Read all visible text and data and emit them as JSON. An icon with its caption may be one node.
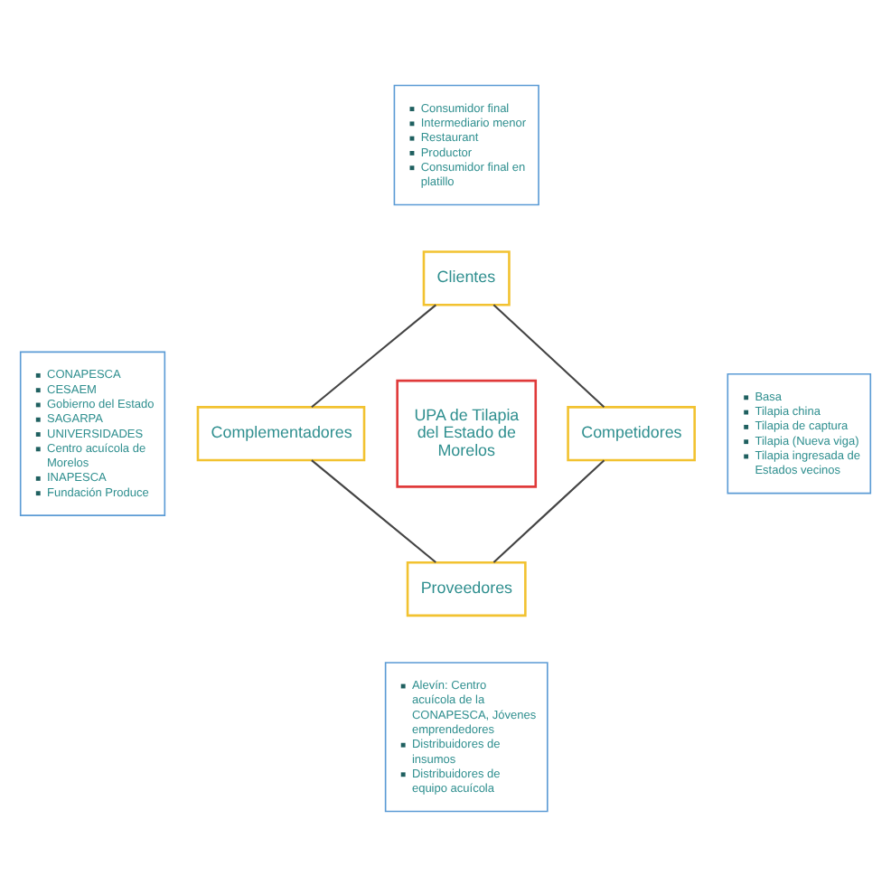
{
  "diagram": {
    "nodes": [
      {
        "text": [
          "Consumidor final",
          "Intermediario menor",
          "Restaurant",
          "Productor",
          "Consumidor final en platillo"
        ]
      },
      {
        "text": [
          "Clientes"
        ]
      },
      {
        "text": [
          "CONAPESCA",
          "CESAEM",
          "Gobierno del Estado",
          "SAGARPA",
          "UNIVERSIDADES",
          "Centro acuícola de Morelos",
          "INAPESCA",
          "Fundación Produce"
        ]
      },
      {
        "text": [
          "Complementadores"
        ]
      },
      {
        "text": [
          "UPA de Tilapia del Estado de Morelos"
        ]
      },
      {
        "text": [
          "Competidores"
        ]
      },
      {
        "text": [
          "Basa",
          "Tilapia china",
          "Tilapia de captura",
          "Tilapia (Nueva viga)",
          "Tilapia ingresada de Estados vecinos"
        ]
      },
      {
        "text": [
          "Proveedores"
        ]
      },
      {
        "text": [
          "Alevín: Centro acuícola de la CONAPESCA, Jóvenes emprendedores",
          "Distribuidores de insumos",
          "Distribuidores de equipo acuícola"
        ]
      }
    ],
    "edges": [
      {
        "from": 1,
        "to": 3,
        "arrow": "none"
      },
      {
        "from": 1,
        "to": 5,
        "arrow": "none"
      },
      {
        "from": 3,
        "to": 7,
        "arrow": "none"
      },
      {
        "from": 5,
        "to": 7,
        "arrow": "none"
      }
    ]
  }
}
